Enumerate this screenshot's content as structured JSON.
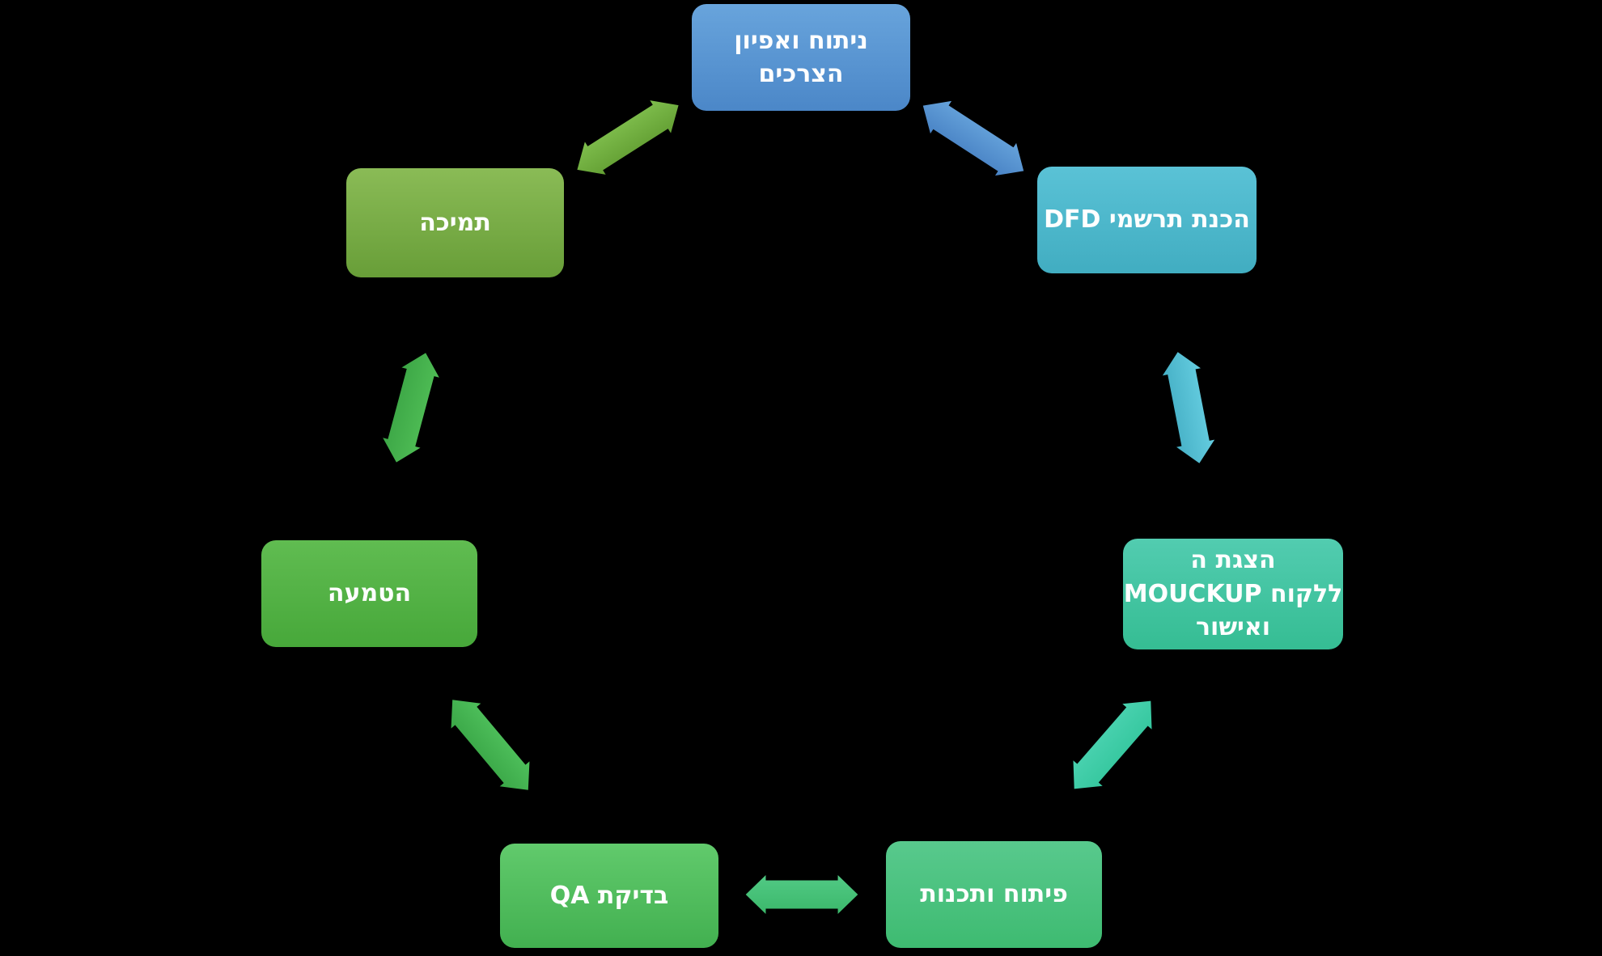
{
  "diagram": {
    "type": "cycle-flowchart",
    "background": "#000000",
    "text_color": "#ffffff",
    "nodes": [
      {
        "id": "needs-analysis",
        "lines": [
          "ניתוח ואפיון",
          "הצרכים"
        ],
        "fill_top": "#68a4dc",
        "fill_bottom": "#4b87c8"
      },
      {
        "id": "dfd",
        "lines": [
          "הכנת תרשמי DFD"
        ],
        "fill_top": "#5ac2d6",
        "fill_bottom": "#41adc1"
      },
      {
        "id": "mockup",
        "lines": [
          "הצגת ה",
          "ללקוח MOUCKUP",
          "ואישור"
        ],
        "fill_top": "#52ccb0",
        "fill_bottom": "#35bd93"
      },
      {
        "id": "development",
        "lines": [
          "פיתוח ותכנות"
        ],
        "fill_top": "#58c98d",
        "fill_bottom": "#3ebb71"
      },
      {
        "id": "qa",
        "lines": [
          "בדיקת QA"
        ],
        "fill_top": "#61ca6c",
        "fill_bottom": "#42b050"
      },
      {
        "id": "implementation",
        "lines": [
          "הטמעה"
        ],
        "fill_top": "#60bc51",
        "fill_bottom": "#47a83a"
      },
      {
        "id": "support",
        "lines": [
          "תמיכה"
        ],
        "fill_top": "#8abb56",
        "fill_bottom": "#689e38"
      }
    ],
    "connectors": [
      {
        "from": "needs-analysis",
        "to": "dfd",
        "bidirectional": true,
        "fill_top": "#66a3db",
        "fill_bottom": "#4983c5"
      },
      {
        "from": "dfd",
        "to": "mockup",
        "bidirectional": true,
        "fill_top": "#65cde0",
        "fill_bottom": "#46b0c6"
      },
      {
        "from": "mockup",
        "to": "development",
        "bidirectional": true,
        "fill_top": "#4ad2b0",
        "fill_bottom": "#35c79e"
      },
      {
        "from": "development",
        "to": "qa",
        "bidirectional": true,
        "fill_top": "#52ca85",
        "fill_bottom": "#3bb86b"
      },
      {
        "from": "qa",
        "to": "implementation",
        "bidirectional": true,
        "fill_top": "#4fc05c",
        "fill_bottom": "#3aa747"
      },
      {
        "from": "implementation",
        "to": "support",
        "bidirectional": true,
        "fill_top": "#4fbd55",
        "fill_bottom": "#3ca646"
      },
      {
        "from": "support",
        "to": "needs-analysis",
        "bidirectional": true,
        "fill_top": "#7fbe4d",
        "fill_bottom": "#639f33"
      }
    ]
  }
}
